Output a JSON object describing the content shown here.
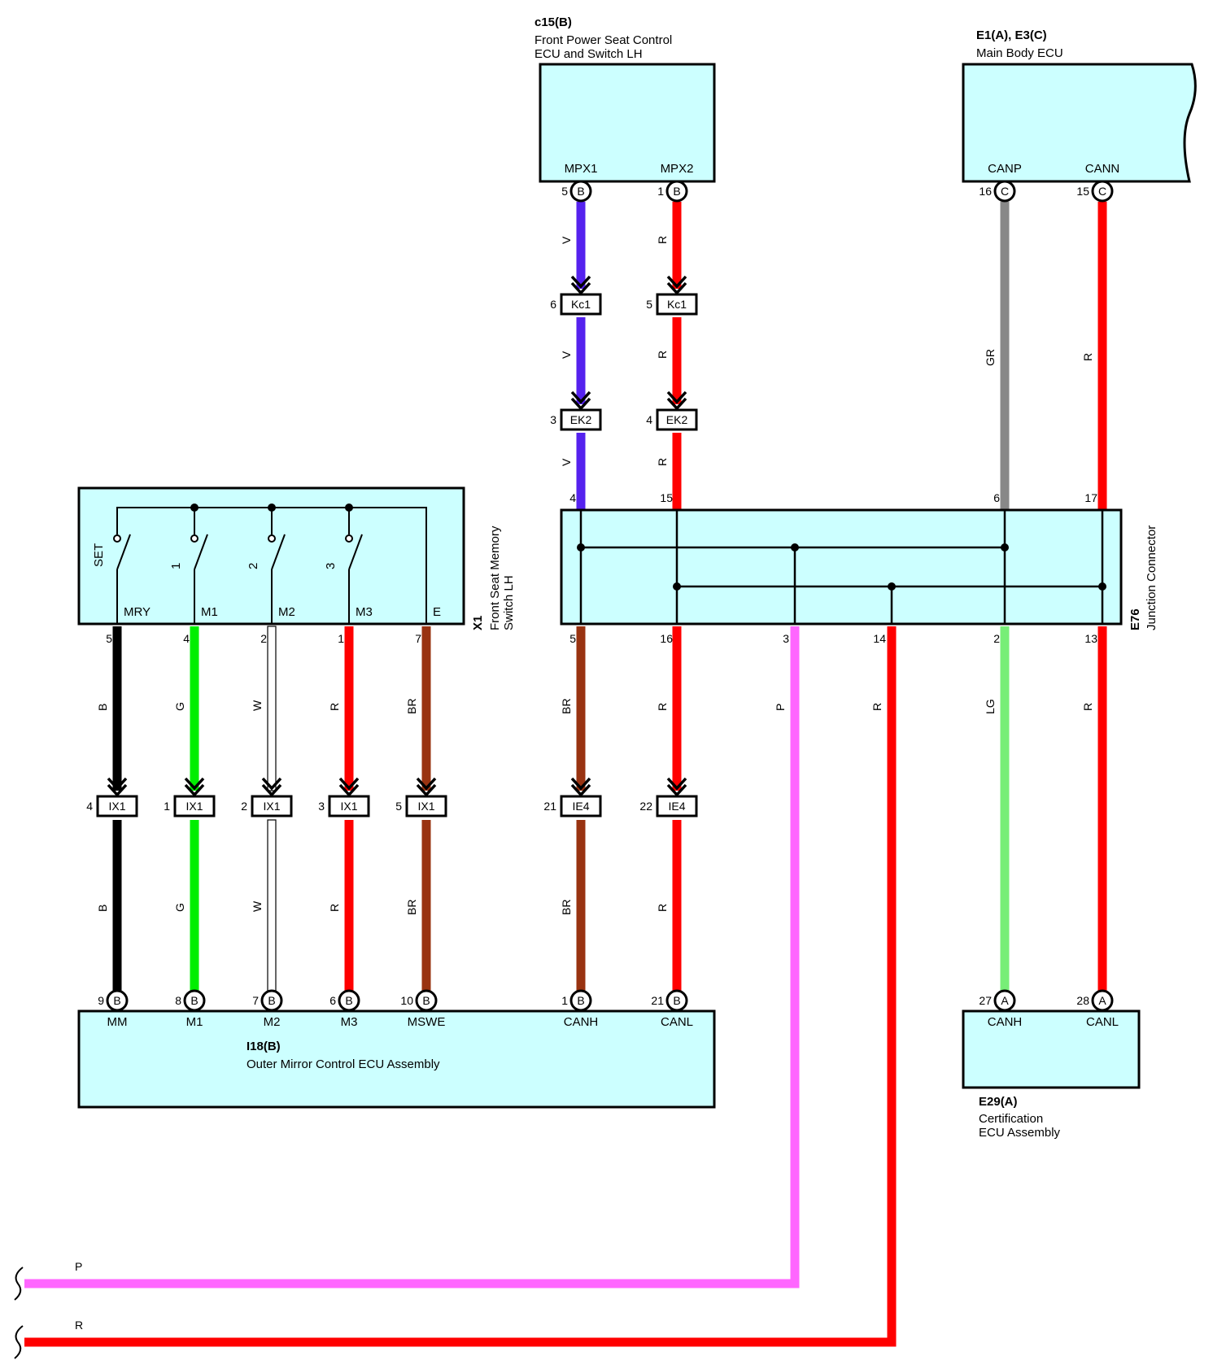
{
  "ecus": {
    "c15": {
      "code": "c15(B)",
      "name_lines": [
        "Front Power Seat Control",
        "ECU and Switch LH"
      ],
      "pins": [
        "MPX1",
        "MPX2"
      ],
      "pin_nums": [
        "5",
        "1"
      ],
      "conn": "B"
    },
    "e1": {
      "code": "E1(A), E3(C)",
      "name_lines": [
        "Main Body ECU"
      ],
      "pins": [
        "CANP",
        "CANN"
      ],
      "pin_nums": [
        "16",
        "15"
      ],
      "conn": "C"
    },
    "x1": {
      "code": "X1",
      "name_lines": [
        "Front Seat Memory",
        "Switch LH"
      ],
      "switch_labels": [
        "SET",
        "1",
        "2",
        "3"
      ],
      "pins": [
        "MRY",
        "M1",
        "M2",
        "M3",
        "E"
      ],
      "pin_nums": [
        "5",
        "4",
        "2",
        "1",
        "7"
      ]
    },
    "e76": {
      "code": "E76",
      "name_lines": [
        "Junction Connector"
      ],
      "top_pins": [
        "4",
        "15",
        "6",
        "17"
      ],
      "bottom_pins": [
        "5",
        "16",
        "3",
        "14",
        "2",
        "13"
      ]
    },
    "i18": {
      "code": "I18(B)",
      "name_lines": [
        "Outer Mirror Control ECU Assembly"
      ],
      "pins": [
        "MM",
        "M1",
        "M2",
        "M3",
        "MSWE",
        "CANH",
        "CANL"
      ],
      "pin_nums": [
        "9",
        "8",
        "7",
        "6",
        "10",
        "1",
        "21"
      ],
      "conn": "B"
    },
    "e29": {
      "code": "E29(A)",
      "name_lines": [
        "Certification",
        "ECU Assembly"
      ],
      "pins": [
        "CANH",
        "CANL"
      ],
      "pin_nums": [
        "27",
        "28"
      ],
      "conn": "A"
    }
  },
  "connectors": {
    "kc1": {
      "name": "Kc1",
      "pins": [
        "6",
        "5"
      ]
    },
    "ek2": {
      "name": "EK2",
      "pins": [
        "3",
        "4"
      ]
    },
    "ix1": {
      "name": "IX1",
      "pins": [
        "4",
        "1",
        "2",
        "3",
        "5"
      ]
    },
    "ie4": {
      "name": "IE4",
      "pins": [
        "21",
        "22"
      ]
    }
  },
  "wire_codes": {
    "c15_left": "V",
    "c15_right": "R",
    "e1_left": "GR",
    "e1_right": "R",
    "x1": [
      "B",
      "G",
      "W",
      "R",
      "BR"
    ],
    "e76_bottom": [
      "BR",
      "R",
      "P",
      "R",
      "LG",
      "R"
    ],
    "bottom_p": "P",
    "bottom_r": "R"
  },
  "colors": {
    "V": "#5522ee",
    "R": "#ff0000",
    "GR": "#888888",
    "B": "#000000",
    "G": "#00ee00",
    "W": "#ffffff",
    "BR": "#993311",
    "P": "#ff66ff",
    "LG": "#77ee77",
    "box_fill": "#ccffff"
  }
}
